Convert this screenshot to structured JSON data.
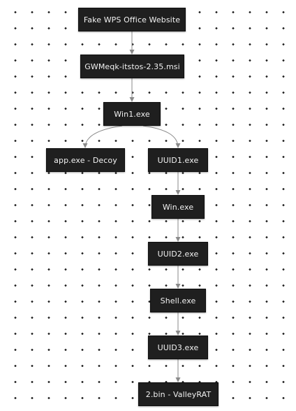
{
  "nodes": {
    "fake_wps_site": "Fake WPS Office Website",
    "msi_installer": "GWMeqk-itstos-2.35.msi",
    "win1_exe": "Win1.exe",
    "app_decoy": "app.exe - Decoy",
    "uuid1_exe": "UUID1.exe",
    "win_exe": "Win.exe",
    "uuid2_exe": "UUID2.exe",
    "shell_exe": "Shell.exe",
    "uuid3_exe": "UUID3.exe",
    "valleyrat_bin": "2.bin - ValleyRAT"
  },
  "colors": {
    "node_fill": "#1f1f1f",
    "node_text": "#f2f2f2",
    "edge": "#8a8a8a",
    "dots": "#222222"
  }
}
